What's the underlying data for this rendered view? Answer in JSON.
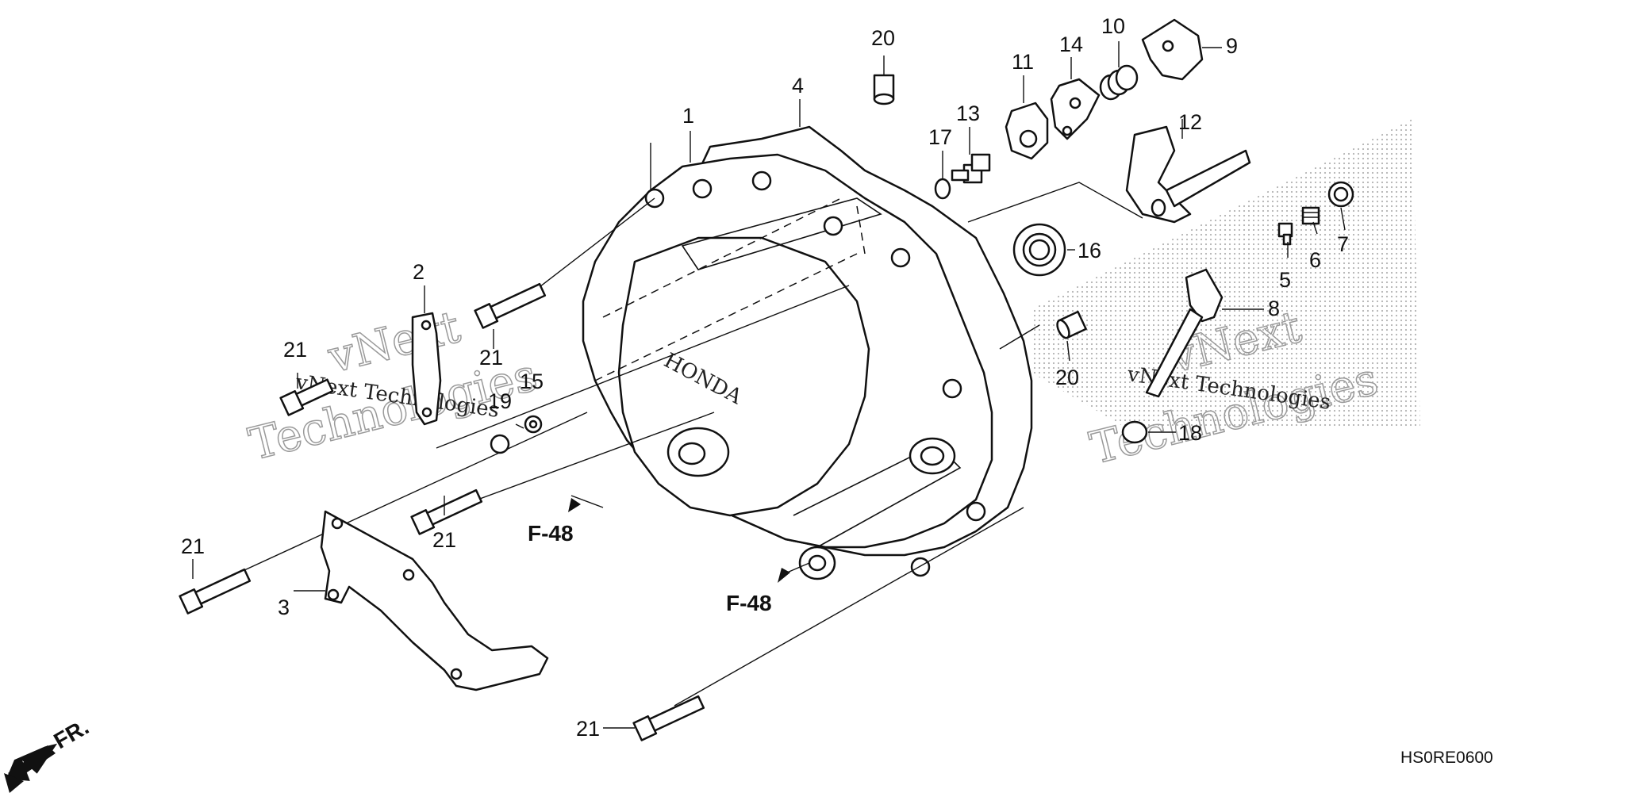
{
  "diagram_code": "HS0RE0600",
  "reference_labels": [
    "F-48",
    "F-48"
  ],
  "direction_label": "FR.",
  "watermark": {
    "brand": "vNext Technologies",
    "line1": "vNext",
    "line2": "Technologies"
  },
  "cover_logo": "HONDA",
  "callouts": [
    {
      "id": "c1",
      "text": "1"
    },
    {
      "id": "c2",
      "text": "2"
    },
    {
      "id": "c3",
      "text": "3"
    },
    {
      "id": "c4",
      "text": "4"
    },
    {
      "id": "c5",
      "text": "5"
    },
    {
      "id": "c6",
      "text": "6"
    },
    {
      "id": "c7",
      "text": "7"
    },
    {
      "id": "c8",
      "text": "8"
    },
    {
      "id": "c9",
      "text": "9"
    },
    {
      "id": "c10",
      "text": "10"
    },
    {
      "id": "c11",
      "text": "11"
    },
    {
      "id": "c12",
      "text": "12"
    },
    {
      "id": "c13",
      "text": "13"
    },
    {
      "id": "c14",
      "text": "14"
    },
    {
      "id": "c15",
      "text": "15"
    },
    {
      "id": "c16",
      "text": "16"
    },
    {
      "id": "c17",
      "text": "17"
    },
    {
      "id": "c18",
      "text": "18"
    },
    {
      "id": "c19",
      "text": "19"
    },
    {
      "id": "c20a",
      "text": "20"
    },
    {
      "id": "c20b",
      "text": "20"
    },
    {
      "id": "c21a",
      "text": "21"
    },
    {
      "id": "c21b",
      "text": "21"
    },
    {
      "id": "c21c",
      "text": "21"
    },
    {
      "id": "c21d",
      "text": "21"
    },
    {
      "id": "c21e",
      "text": "21"
    }
  ]
}
